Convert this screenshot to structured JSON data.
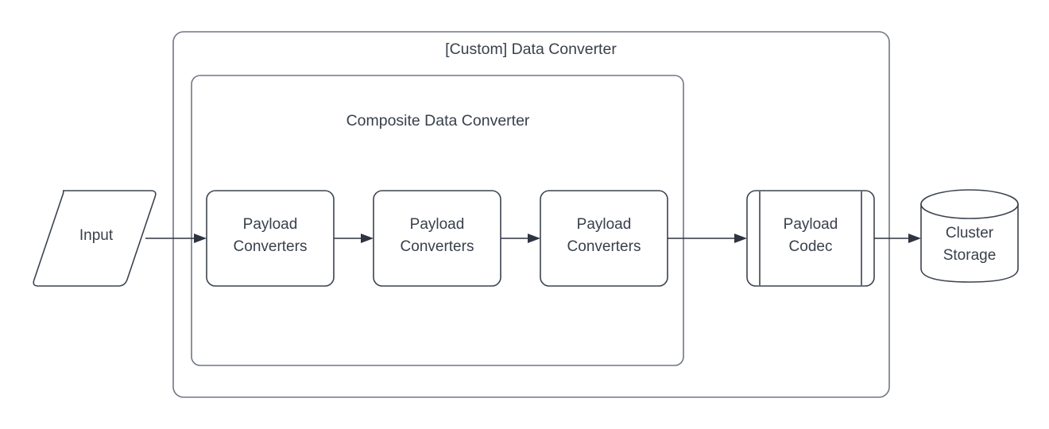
{
  "diagram": {
    "title": "[Custom] Data Converter",
    "containers": [
      {
        "id": "custom-data-converter",
        "label": "[Custom] Data Converter",
        "shape": "rounded-rectangle"
      },
      {
        "id": "composite-data-converter",
        "label": "Composite Data Converter",
        "shape": "rounded-rectangle"
      }
    ],
    "nodes": [
      {
        "id": "input",
        "label": "Input",
        "shape": "parallelogram",
        "lines": [
          "Input"
        ]
      },
      {
        "id": "payload-converters-1",
        "label": "Payload Converters",
        "shape": "rounded-rectangle",
        "lines": [
          "Payload",
          "Converters"
        ]
      },
      {
        "id": "payload-converters-2",
        "label": "Payload Converters",
        "shape": "rounded-rectangle",
        "lines": [
          "Payload",
          "Converters"
        ]
      },
      {
        "id": "payload-converters-3",
        "label": "Payload Converters",
        "shape": "rounded-rectangle",
        "lines": [
          "Payload",
          "Converters"
        ]
      },
      {
        "id": "payload-codec",
        "label": "Payload Codec",
        "shape": "predefined-process",
        "lines": [
          "Payload",
          "Codec"
        ]
      },
      {
        "id": "cluster-storage",
        "label": "Cluster Storage",
        "shape": "cylinder",
        "lines": [
          "Cluster",
          "Storage"
        ]
      }
    ],
    "edges": [
      {
        "from": "input",
        "to": "payload-converters-1",
        "arrow": "open-triangle"
      },
      {
        "from": "payload-converters-1",
        "to": "payload-converters-2",
        "arrow": "open-triangle"
      },
      {
        "from": "payload-converters-2",
        "to": "payload-converters-3",
        "arrow": "open-triangle"
      },
      {
        "from": "payload-converters-3",
        "to": "payload-codec",
        "arrow": "open-triangle"
      },
      {
        "from": "payload-codec",
        "to": "cluster-storage",
        "arrow": "open-triangle"
      }
    ],
    "colors": {
      "background": "#ffffff",
      "shape_stroke": "#3c434f",
      "container_stroke": "#717783",
      "connector": "#2e3440",
      "text": "#39404c",
      "fill": "#ffffff"
    },
    "labels": {
      "input": "Input",
      "payload_line1": "Payload",
      "converters_line2": "Converters",
      "codec_line2": "Codec",
      "cluster_line1": "Cluster",
      "storage_line2": "Storage",
      "outer_container": "[Custom] Data Converter",
      "inner_container": "Composite Data Converter"
    }
  }
}
